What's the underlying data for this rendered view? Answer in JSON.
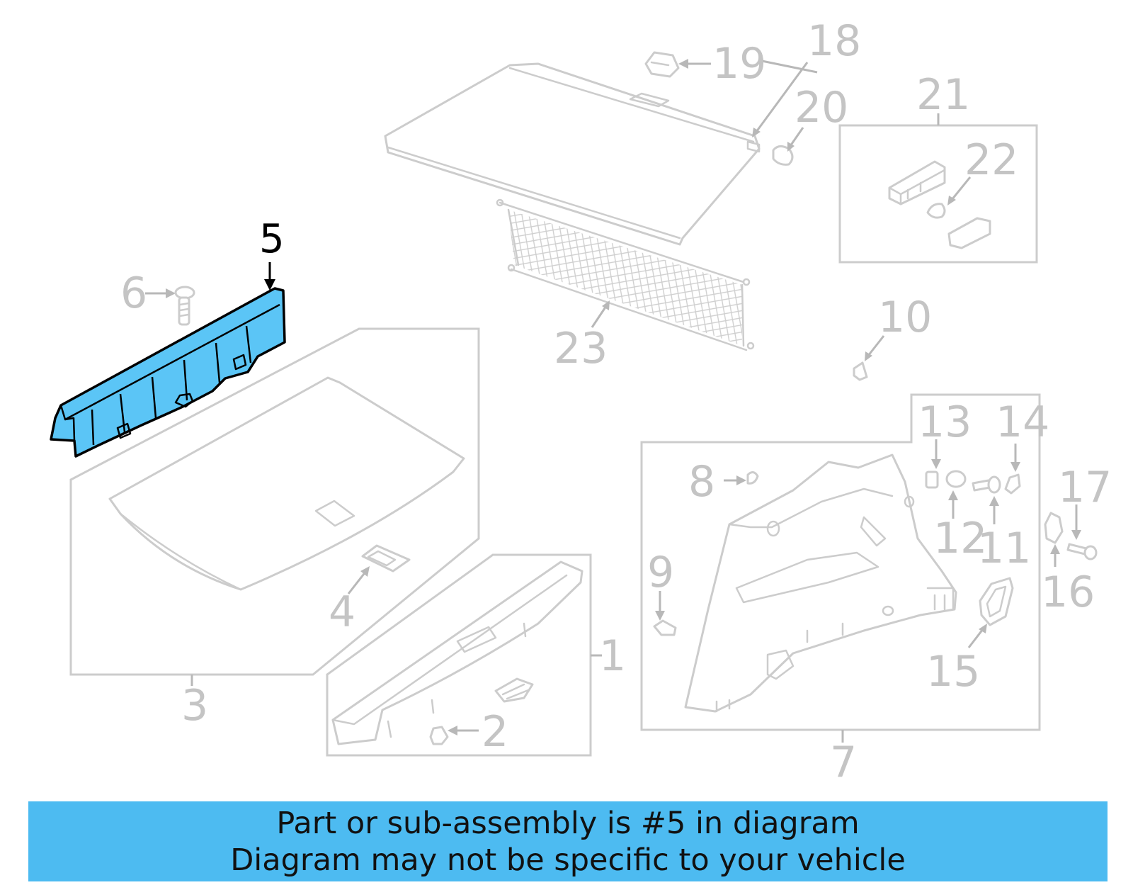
{
  "colors": {
    "highlight_fill": "#5bc5f6",
    "banner_background": "#4dbbf1",
    "line_gray": "#cccccc",
    "label_gray": "#c4c4c4"
  },
  "callouts": {
    "c1": "1",
    "c2": "2",
    "c3": "3",
    "c4": "4",
    "c5": "5",
    "c6": "6",
    "c7": "7",
    "c8": "8",
    "c9": "9",
    "c10": "10",
    "c11": "11",
    "c12": "12",
    "c13": "13",
    "c14": "14",
    "c15": "15",
    "c16": "16",
    "c17": "17",
    "c18": "18",
    "c19": "19",
    "c20": "20",
    "c21": "21",
    "c22": "22",
    "c23": "23"
  },
  "highlighted_part": "5",
  "banner": {
    "line1": "Part or sub-assembly is #5 in diagram",
    "line2": "Diagram may not be specific to your vehicle"
  }
}
